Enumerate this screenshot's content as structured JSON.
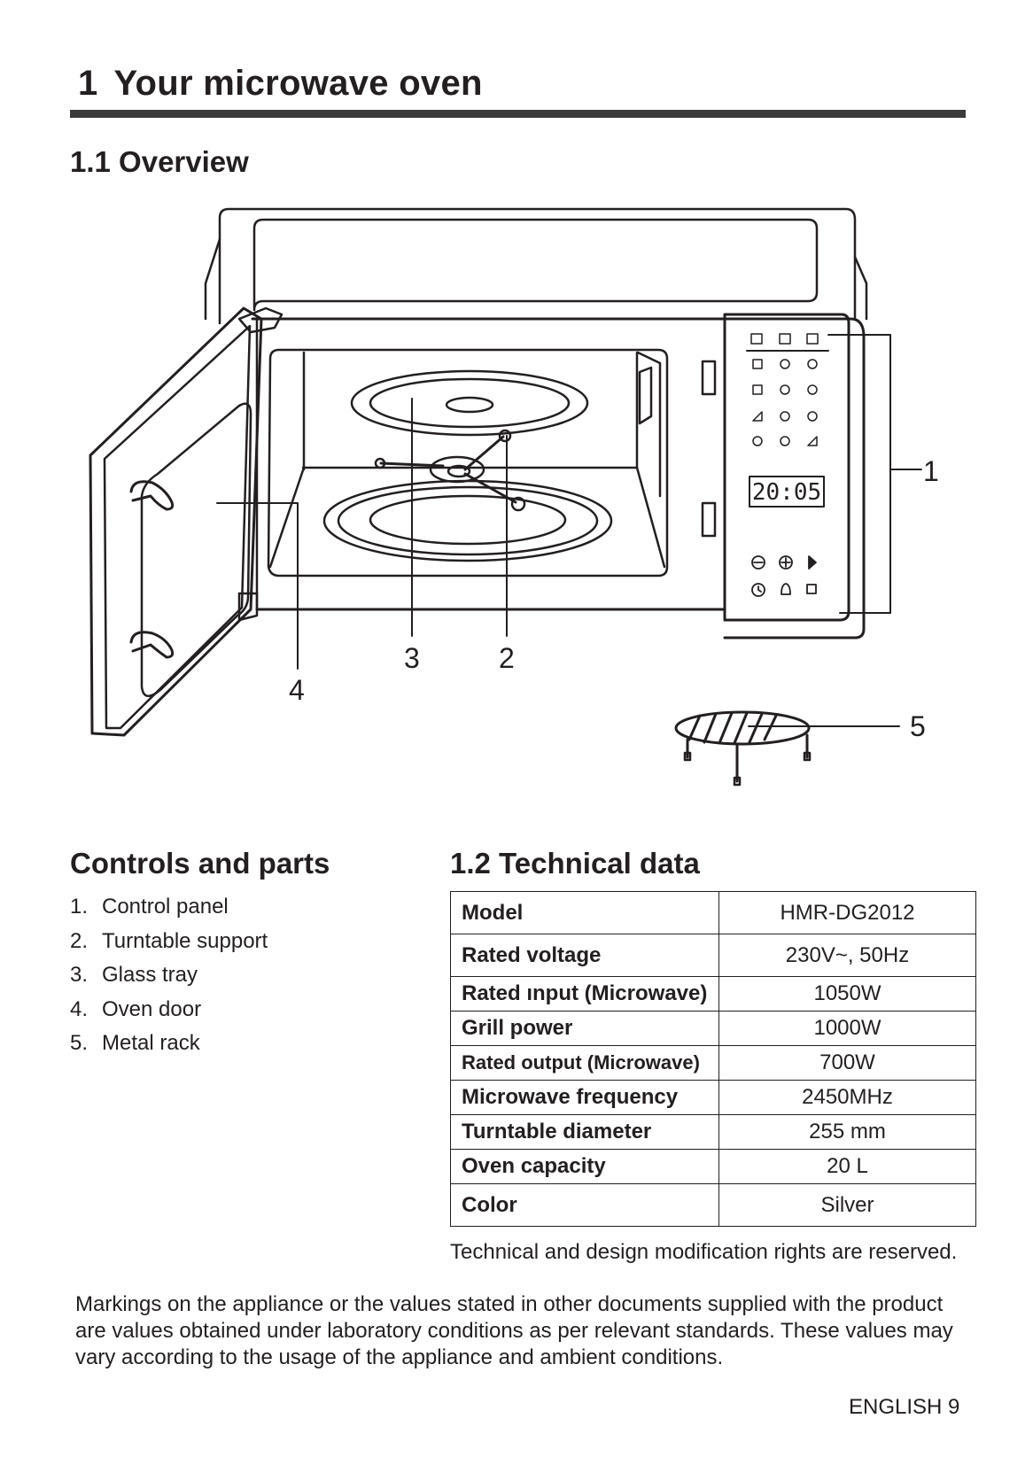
{
  "chapter": {
    "number": "1",
    "title": "Your microwave oven"
  },
  "overview": {
    "heading": "1.1 Overview"
  },
  "figure": {
    "display_time": "20:05",
    "callouts": [
      "1",
      "2",
      "3",
      "4",
      "5"
    ]
  },
  "controls": {
    "heading": "Controls and parts",
    "items": [
      {
        "num": "1.",
        "label": "Control panel"
      },
      {
        "num": "2.",
        "label": "Turntable support"
      },
      {
        "num": "3.",
        "label": "Glass tray"
      },
      {
        "num": "4.",
        "label": "Oven door"
      },
      {
        "num": "5.",
        "label": "Metal rack"
      }
    ]
  },
  "technical": {
    "heading": "1.2 Technical data",
    "rows": [
      {
        "key": "Model",
        "value": "HMR-DG2012"
      },
      {
        "key": "Rated voltage",
        "value": "230V~, 50Hz"
      },
      {
        "key": "Rated ınput (Microwave)",
        "value": "1050W"
      },
      {
        "key": "Grill power",
        "value": "1000W"
      },
      {
        "key": "Rated output (Microwave)",
        "value": "700W"
      },
      {
        "key": "Microwave frequency",
        "value": "2450MHz"
      },
      {
        "key": "Turntable diameter",
        "value": "255 mm"
      },
      {
        "key": "Oven capacity",
        "value": "20 L"
      },
      {
        "key": "Color",
        "value": "Silver"
      }
    ],
    "note": "Technical and design modification rights are reserved."
  },
  "markings_note": "Markings on the appliance or the values stated in other documents supplied with the product are values obtained under laboratory conditions as per relevant standards. These values may vary according to the usage of the appliance and ambient conditions.",
  "footer": {
    "page_label": "ENGLISH 9"
  }
}
